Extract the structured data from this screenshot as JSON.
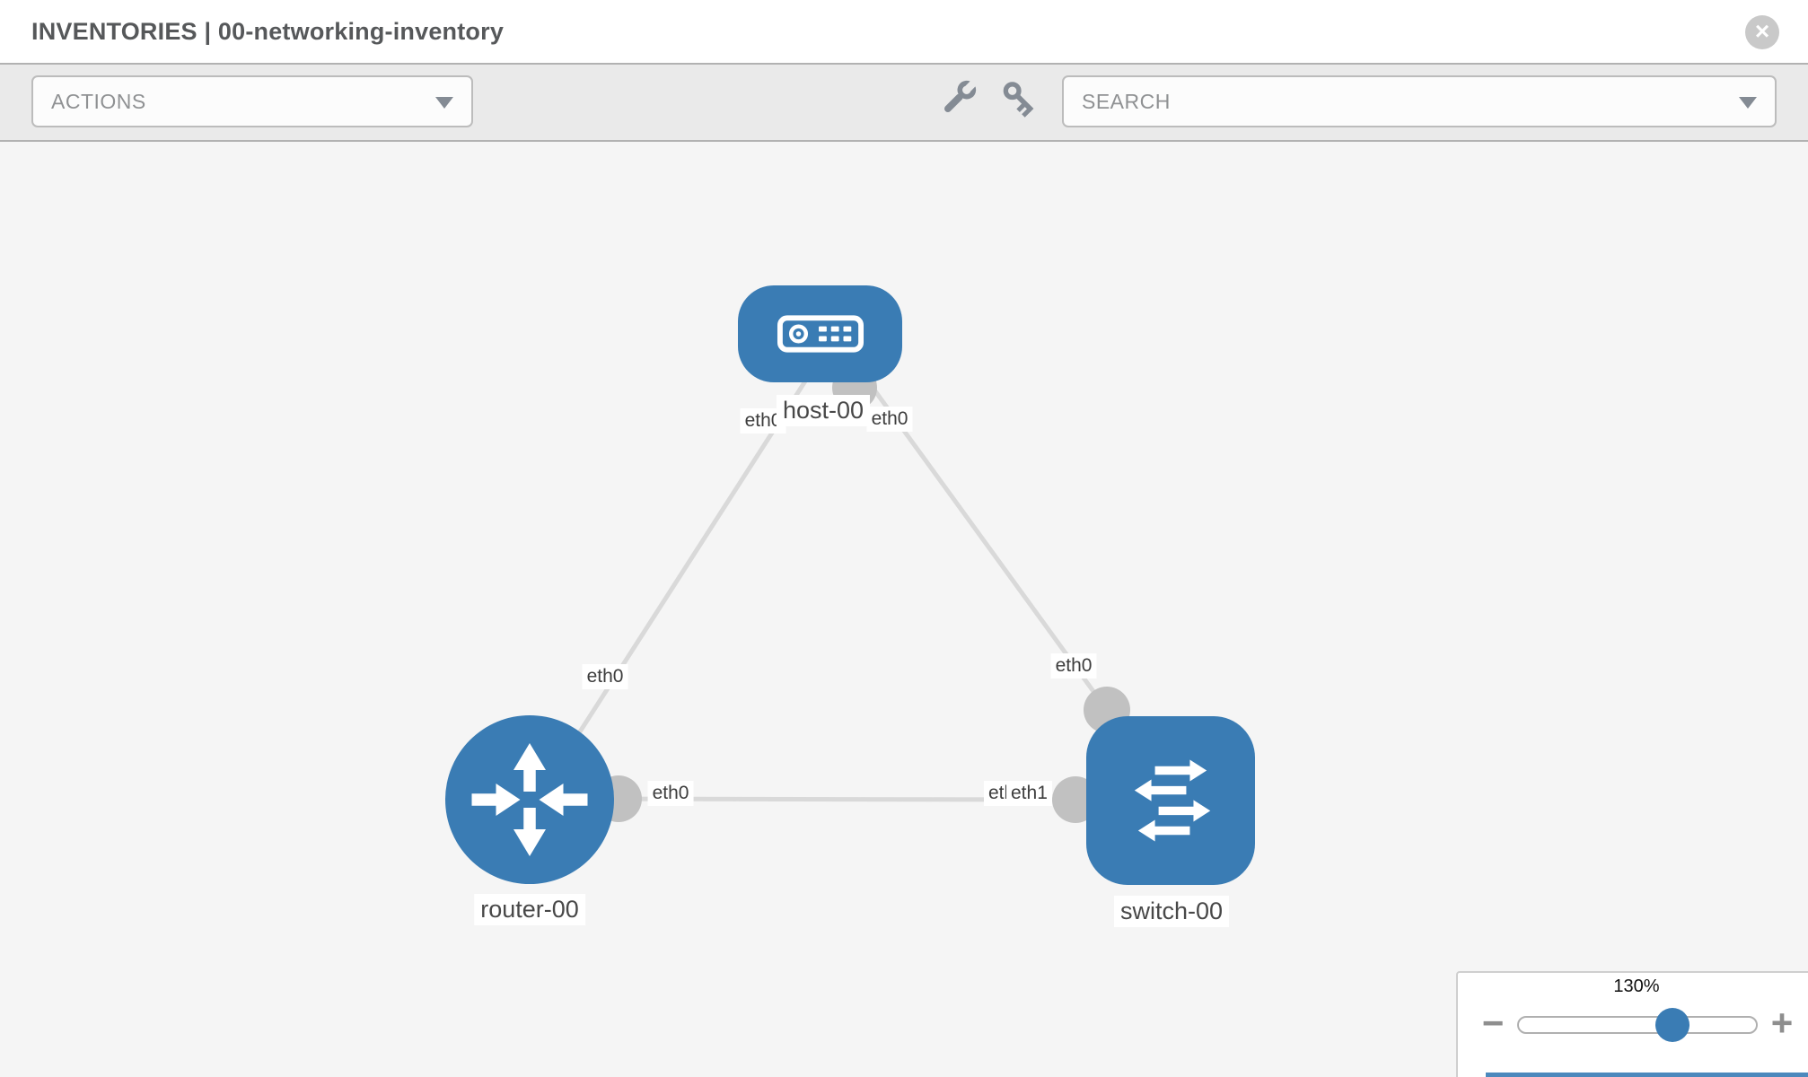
{
  "header": {
    "title": "INVENTORIES | 00-networking-inventory"
  },
  "toolbar": {
    "actions_label": "ACTIONS",
    "search_placeholder": "SEARCH"
  },
  "icons": {
    "close": "×",
    "wrench": "wrench",
    "key": "key",
    "caret": "caret-down",
    "zoom_out": "−",
    "zoom_in": "+"
  },
  "diagram": {
    "nodes": [
      {
        "name": "host-00",
        "type": "host"
      },
      {
        "name": "router-00",
        "type": "router"
      },
      {
        "name": "switch-00",
        "type": "switch"
      }
    ],
    "links": [
      {
        "source": "host-00",
        "target": "router-00",
        "source_interface": "eth0",
        "target_interface": "eth0"
      },
      {
        "source": "host-00",
        "target": "switch-00",
        "source_interface": "eth0",
        "target_interface": "eth0"
      },
      {
        "source": "router-00",
        "target": "switch-00",
        "source_interface": "eth0",
        "target_interface": "eth1"
      }
    ]
  },
  "zoom_control": {
    "value": "130%"
  },
  "colors": {
    "node_blue": "#3a7cb4",
    "link_gray": "#d9d9d9",
    "port_gray": "#c1c1c1",
    "toolbar_gray": "#eaeaea",
    "canvas_gray": "#f5f5f5",
    "border_gray": "#b2b2b2"
  }
}
